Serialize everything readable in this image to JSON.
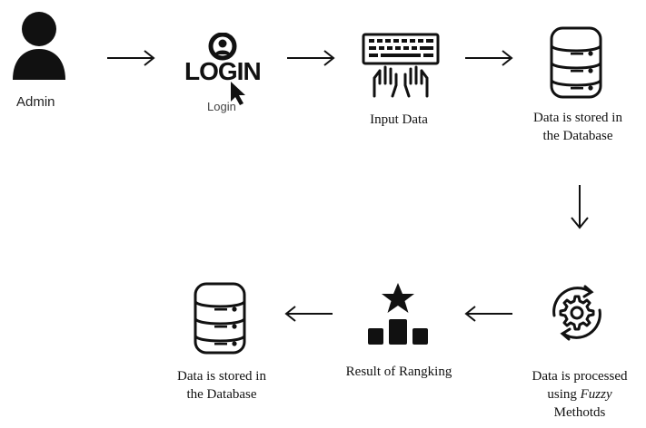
{
  "nodes": {
    "admin": {
      "label": "Admin",
      "icon": "person-icon"
    },
    "login": {
      "logo_text": "LOGIN",
      "label": "Login",
      "icon": "login-icon"
    },
    "input": {
      "label": "Input Data",
      "icon": "keyboard-typing-icon"
    },
    "db1": {
      "label_line1": "Data is stored in",
      "label_line2": "the Database",
      "icon": "database-icon"
    },
    "process": {
      "label_line1": "Data is processed",
      "label_prefix": "using ",
      "label_italic": "Fuzzy",
      "label_line3": "Methotds",
      "icon": "gear-cycle-icon"
    },
    "result": {
      "label": "Result of Rangking",
      "icon": "podium-star-icon"
    },
    "db2": {
      "label_line1": "Data is stored in",
      "label_line2": "the Database",
      "icon": "database-icon"
    }
  },
  "colors": {
    "ink": "#111111",
    "background": "#ffffff"
  }
}
